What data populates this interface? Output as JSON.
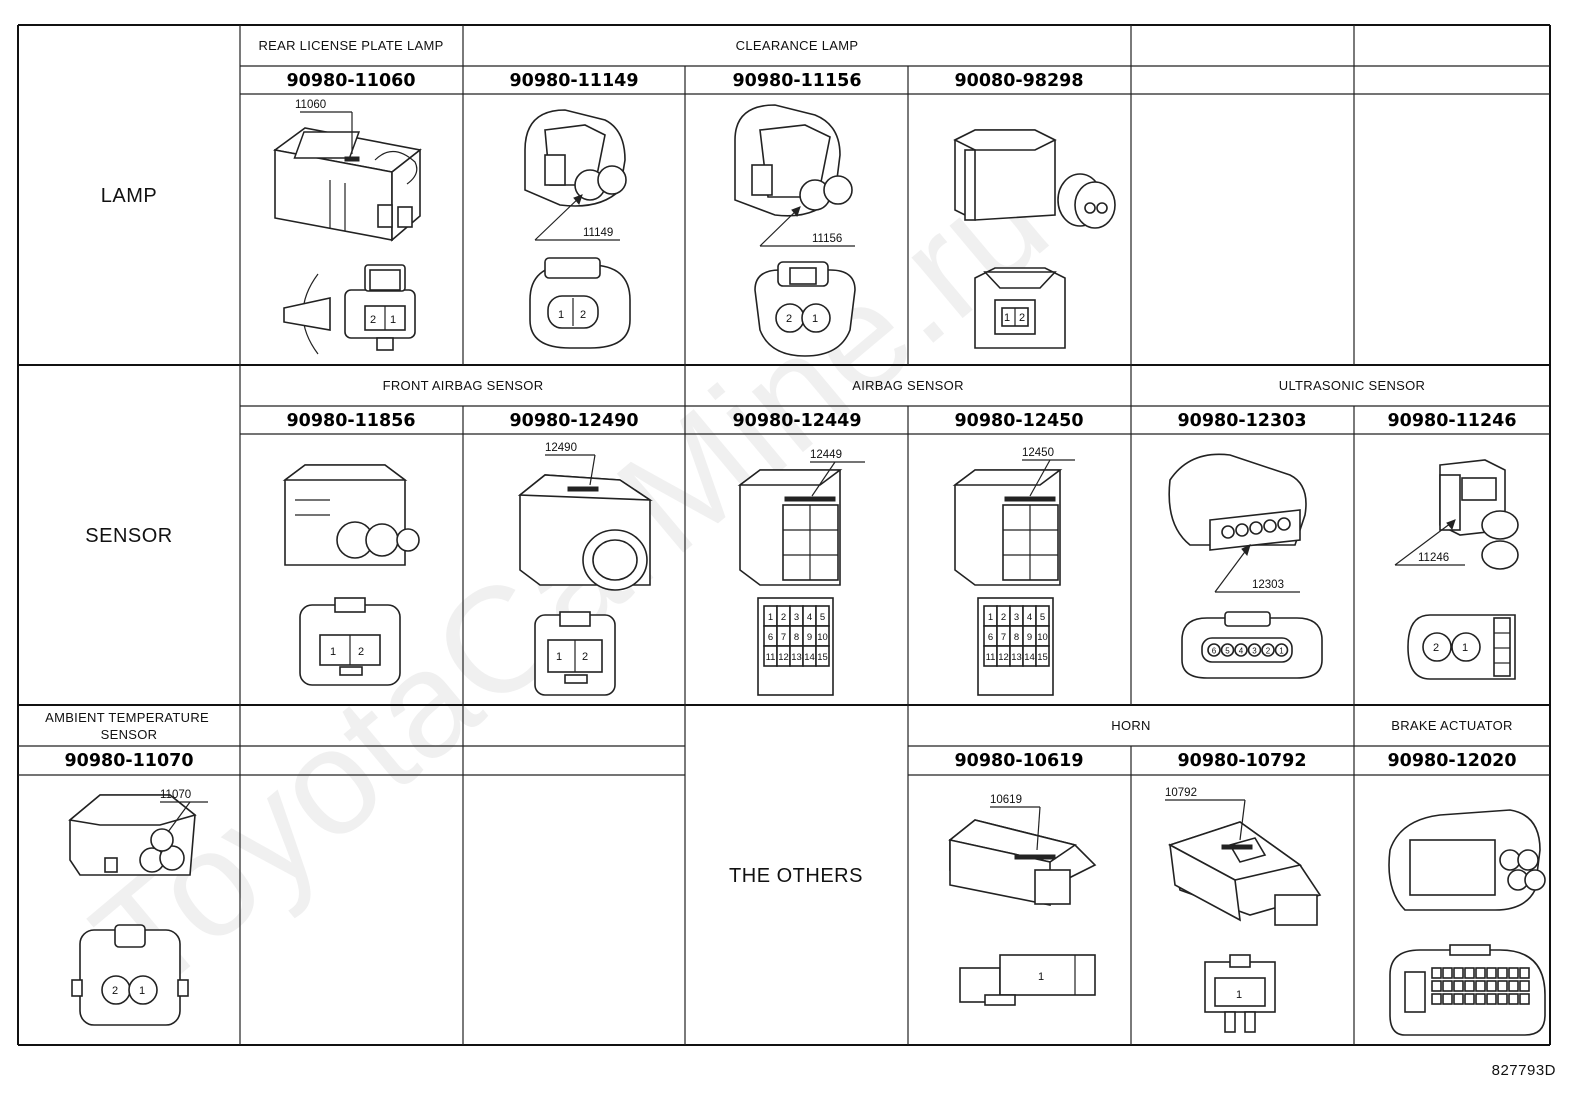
{
  "figure_id": "827793D",
  "watermark": "ToyotaCarMine.ru",
  "rows": [
    {
      "label": "LAMP",
      "groups": [
        {
          "name": "REAR LICENSE PLATE LAMP",
          "span": 1
        },
        {
          "name": "CLEARANCE LAMP",
          "span": 3
        },
        {
          "name": "",
          "span": 1
        },
        {
          "name": "",
          "span": 1
        }
      ],
      "cells": [
        {
          "part": "90980-11060",
          "tag": "11060",
          "pins": [
            "2",
            "1"
          ]
        },
        {
          "part": "90980-11149",
          "tag": "11149",
          "pins": [
            "1",
            "2"
          ]
        },
        {
          "part": "90980-11156",
          "tag": "11156",
          "pins": [
            "2",
            "1"
          ]
        },
        {
          "part": "90080-98298",
          "tag": "",
          "pins": [
            "1",
            "2"
          ]
        },
        {
          "part": "",
          "tag": "",
          "pins": []
        },
        {
          "part": "",
          "tag": "",
          "pins": []
        }
      ]
    },
    {
      "label": "SENSOR",
      "groups": [
        {
          "name": "FRONT AIRBAG SENSOR",
          "span": 2
        },
        {
          "name": "AIRBAG SENSOR",
          "span": 2
        },
        {
          "name": "ULTRASONIC SENSOR",
          "span": 2
        }
      ],
      "cells": [
        {
          "part": "90980-11856",
          "tag": "",
          "pins": [
            "1",
            "2"
          ]
        },
        {
          "part": "90980-12490",
          "tag": "12490",
          "pins": [
            "1",
            "2"
          ]
        },
        {
          "part": "90980-12449",
          "tag": "12449",
          "pins": [
            "1",
            "2",
            "3",
            "4",
            "5",
            "6",
            "7",
            "8",
            "9",
            "10",
            "11",
            "12",
            "13",
            "14",
            "15"
          ]
        },
        {
          "part": "90980-12450",
          "tag": "12450",
          "pins": [
            "1",
            "2",
            "3",
            "4",
            "5",
            "6",
            "7",
            "8",
            "9",
            "10",
            "11",
            "12",
            "13",
            "14",
            "15"
          ]
        },
        {
          "part": "90980-12303",
          "tag": "12303",
          "pins": [
            "6",
            "5",
            "4",
            "3",
            "2",
            "1"
          ]
        },
        {
          "part": "90980-11246",
          "tag": "11246",
          "pins": [
            "2",
            "1"
          ]
        }
      ]
    },
    {
      "label": "THE OTHERS",
      "first": {
        "name": "AMBIENT TEMPERATURE SENSOR",
        "part": "90980-11070",
        "tag": "11070",
        "pins": [
          "2",
          "1"
        ]
      },
      "groups": [
        {
          "name": "HORN",
          "span": 2
        },
        {
          "name": "BRAKE ACTUATOR",
          "span": 1
        }
      ],
      "cells": [
        {
          "part": "90980-10619",
          "tag": "10619",
          "pins": [
            "1"
          ]
        },
        {
          "part": "90980-10792",
          "tag": "10792",
          "pins": [
            "1"
          ]
        },
        {
          "part": "90980-12020",
          "tag": "",
          "pins": []
        }
      ]
    }
  ]
}
